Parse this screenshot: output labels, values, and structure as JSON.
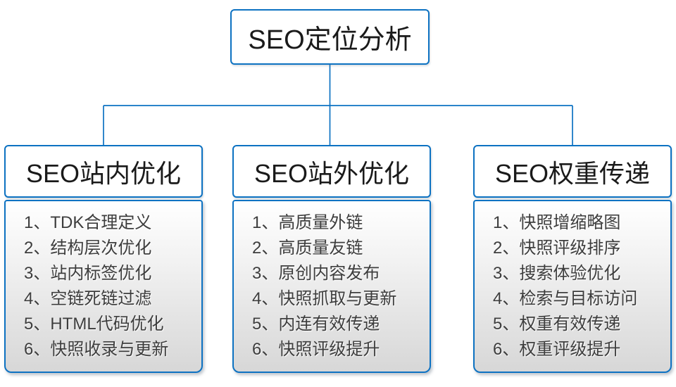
{
  "colors": {
    "accent": "#0d72c2",
    "panel_gradient_top": "#ffffff",
    "panel_gradient_bottom": "#d7d7d7",
    "header_text": "#1a1a1a",
    "item_text": "#3d3d3d"
  },
  "root": {
    "title": "SEO定位分析"
  },
  "columns": [
    {
      "title": "SEO站内优化",
      "items": [
        "1、TDK合理定义",
        "2、结构层次优化",
        "3、站内标签优化",
        "4、空链死链过滤",
        "5、HTML代码优化",
        "6、快照收录与更新"
      ]
    },
    {
      "title": "SEO站外优化",
      "items": [
        "1、高质量外链",
        "2、高质量友链",
        "3、原创内容发布",
        "4、快照抓取与更新",
        "5、内连有效传递",
        "6、快照评级提升"
      ]
    },
    {
      "title": "SEO权重传递",
      "items": [
        "1、快照增缩略图",
        "2、快照评级排序",
        "3、搜索体验优化",
        "4、检索与目标访问",
        "5、权重有效传递",
        "6、权重评级提升"
      ]
    }
  ]
}
